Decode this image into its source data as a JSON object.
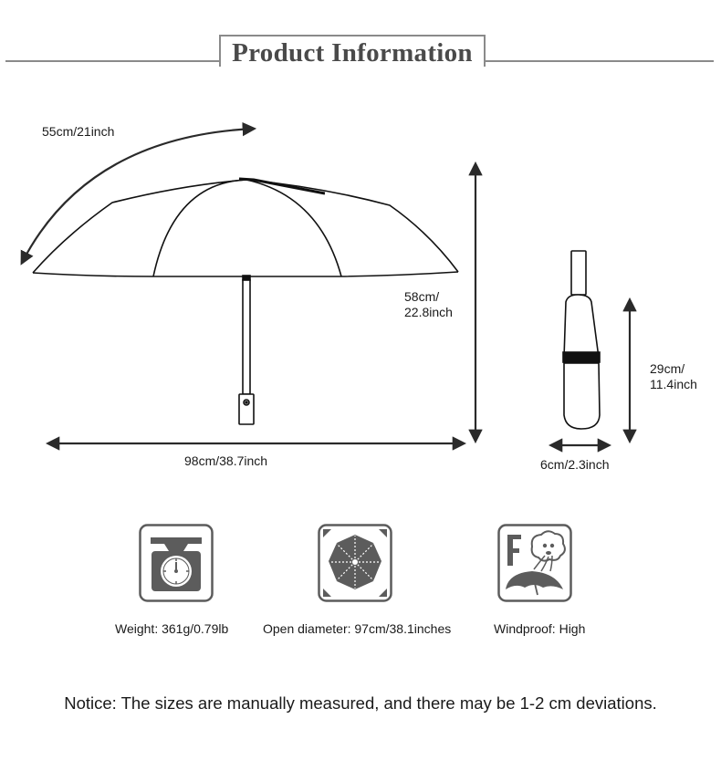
{
  "header": {
    "title": "Product Information"
  },
  "dimensions": {
    "canopy_arc": "55cm/21inch",
    "open_height_line1": "58cm/",
    "open_height_line2": "22.8inch",
    "open_width": "98cm/38.7inch",
    "folded_length_line1": "29cm/",
    "folded_length_line2": "11.4inch",
    "folded_width": "6cm/2.3inch"
  },
  "features": [
    {
      "icon": "scale-icon",
      "label": "Weight: 361g/0.79lb"
    },
    {
      "icon": "open-umbrella-topview-icon",
      "label": "Open diameter: 97cm/38.1inches"
    },
    {
      "icon": "wind-umbrella-icon",
      "label": "Windproof: High"
    }
  ],
  "notice": "Notice: The sizes are manually measured, and there may be 1-2 cm deviations.",
  "colors": {
    "icon_gray": "#5c5c5c",
    "line_gray": "#8a8a8a"
  }
}
